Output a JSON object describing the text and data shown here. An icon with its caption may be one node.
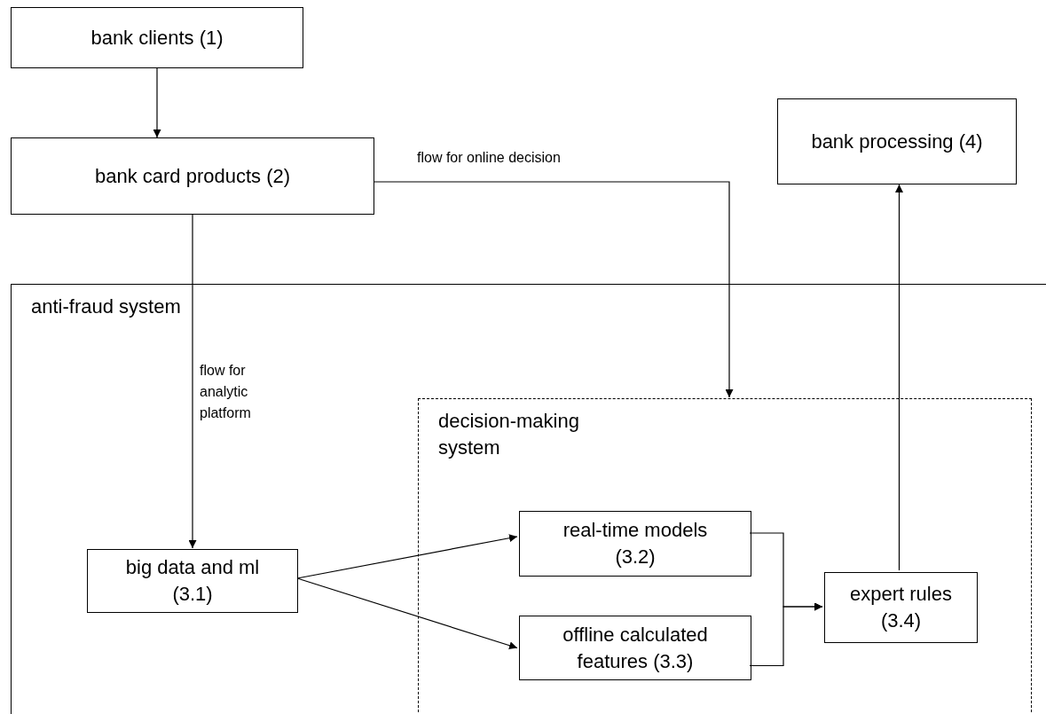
{
  "diagram": {
    "nodes": [
      {
        "text": [
          "bank clients (1)"
        ]
      },
      {
        "text": [
          "bank card products (2)"
        ]
      },
      {
        "text": [
          "bank processing (4)"
        ]
      },
      {
        "text": [
          "anti-fraud system"
        ]
      },
      {
        "text": [
          "decision-making system"
        ],
        "in": 3
      },
      {
        "text": [
          "big data and ml (3.1)"
        ],
        "in": 3
      },
      {
        "text": [
          "real-time models (3.2)"
        ],
        "in": 4
      },
      {
        "text": [
          "offline calculated features (3.3)"
        ],
        "in": 4
      },
      {
        "text": [
          "expert rules (3.4)"
        ],
        "in": 4
      }
    ],
    "edges": [
      {
        "from": 0,
        "to": 1,
        "arrow": "to"
      },
      {
        "from": 1,
        "to": 5,
        "arrow": "to",
        "label": "flow for analytic platform"
      },
      {
        "from": 1,
        "to": 4,
        "arrow": "to",
        "label": "flow for online decision"
      },
      {
        "from": 5,
        "to": 6,
        "arrow": "to"
      },
      {
        "from": 5,
        "to": 7,
        "arrow": "to"
      },
      {
        "from": 6,
        "to": 8,
        "arrow": "to"
      },
      {
        "from": 7,
        "to": 8,
        "arrow": "to"
      },
      {
        "from": 8,
        "to": 2,
        "arrow": "to"
      }
    ]
  }
}
